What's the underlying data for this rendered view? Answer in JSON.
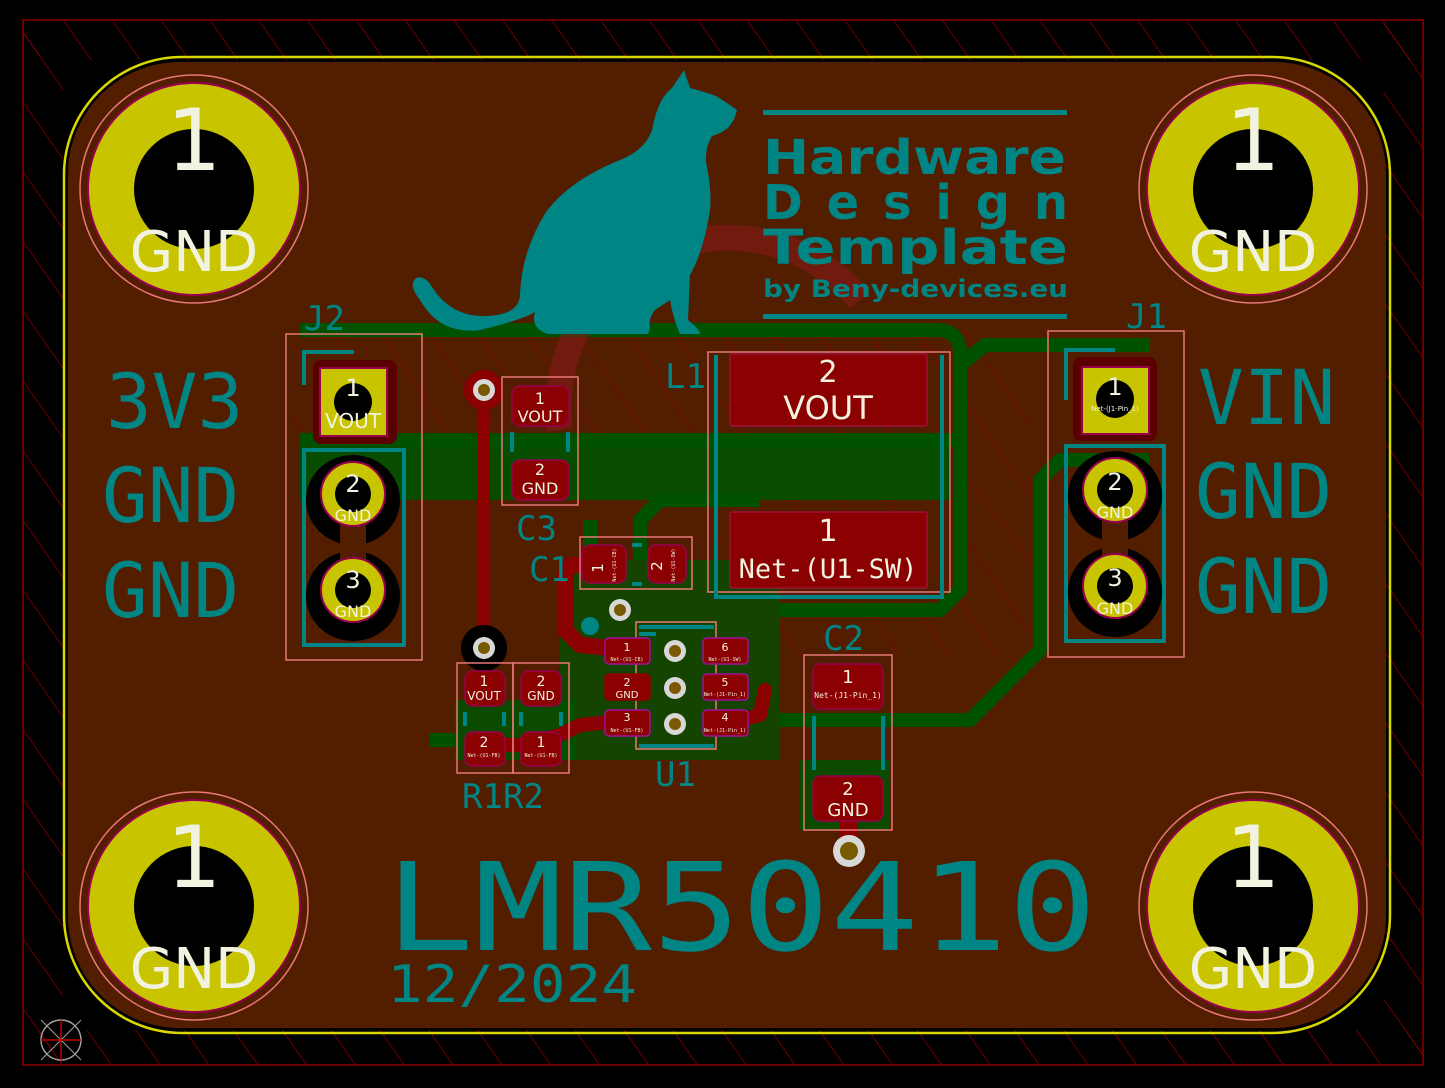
{
  "colors": {
    "background": "#000000",
    "board": "#531d00",
    "copper_fill_b": "#005200",
    "copper_f": "#8b0000",
    "pad_th": "#c8c400",
    "silkscreen": "#008585",
    "courtyard": "#e87878",
    "edge_cuts": "#d8d800",
    "pad_text": "#f2f2e0",
    "drill": "#000000"
  },
  "title_block": {
    "line1": "Hardware",
    "line2": "D e s i g n",
    "line3": "Template",
    "line4": "by Beny-devices.eu"
  },
  "board_text": {
    "part_number": "LMR50410",
    "date": "12/2024"
  },
  "mounting_holes": [
    {
      "pin": "1",
      "net": "GND",
      "position": "top-left"
    },
    {
      "pin": "1",
      "net": "GND",
      "position": "top-right"
    },
    {
      "pin": "1",
      "net": "GND",
      "position": "bottom-left"
    },
    {
      "pin": "1",
      "net": "GND",
      "position": "bottom-right"
    }
  ],
  "connectors": {
    "J2": {
      "ref": "J2",
      "labels": [
        "3V3",
        "GND",
        "GND"
      ],
      "pins": [
        {
          "num": "1",
          "net": "VOUT"
        },
        {
          "num": "2",
          "net": "GND"
        },
        {
          "num": "3",
          "net": "GND"
        }
      ]
    },
    "J1": {
      "ref": "J1",
      "labels": [
        "VIN",
        "GND",
        "GND"
      ],
      "pins": [
        {
          "num": "1",
          "net": "Net-(J1-Pin_1)"
        },
        {
          "num": "2",
          "net": "GND"
        },
        {
          "num": "3",
          "net": "GND"
        }
      ]
    }
  },
  "components": {
    "L1": {
      "ref": "L1",
      "pins": [
        {
          "num": "2",
          "net": "VOUT"
        },
        {
          "num": "1",
          "net": "Net-(U1-SW)"
        }
      ]
    },
    "C3": {
      "ref": "C3",
      "pins": [
        {
          "num": "1",
          "net": "VOUT"
        },
        {
          "num": "2",
          "net": "GND"
        }
      ]
    },
    "C1": {
      "ref": "C1",
      "pins": [
        {
          "num": "1",
          "net": "Net-(U1-CB)"
        },
        {
          "num": "2",
          "net": "Net-(U1-SW)"
        }
      ]
    },
    "C2": {
      "ref": "C2",
      "pins": [
        {
          "num": "1",
          "net": "Net-(J1-Pin_1)"
        },
        {
          "num": "2",
          "net": "GND"
        }
      ]
    },
    "R1": {
      "ref": "R1",
      "pins": [
        {
          "num": "1",
          "net": "VOUT"
        },
        {
          "num": "2",
          "net": "Net-(U1-FB)"
        }
      ]
    },
    "R2": {
      "ref": "R2",
      "pins": [
        {
          "num": "2",
          "net": "GND"
        },
        {
          "num": "1",
          "net": "Net-(U1-FB)"
        }
      ]
    },
    "U1": {
      "ref": "U1",
      "pins": [
        {
          "num": "1",
          "net": "Net-(U1-CB)"
        },
        {
          "num": "2",
          "net": "GND"
        },
        {
          "num": "3",
          "net": "Net-(U1-FB)"
        },
        {
          "num": "6",
          "net": "Net-(U1-SW)"
        },
        {
          "num": "5",
          "net": "Net-(J1-Pin_1)"
        },
        {
          "num": "4",
          "net": "Net-(J1-Pin_1)"
        }
      ]
    },
    "R1R2_label": "R1R2"
  }
}
